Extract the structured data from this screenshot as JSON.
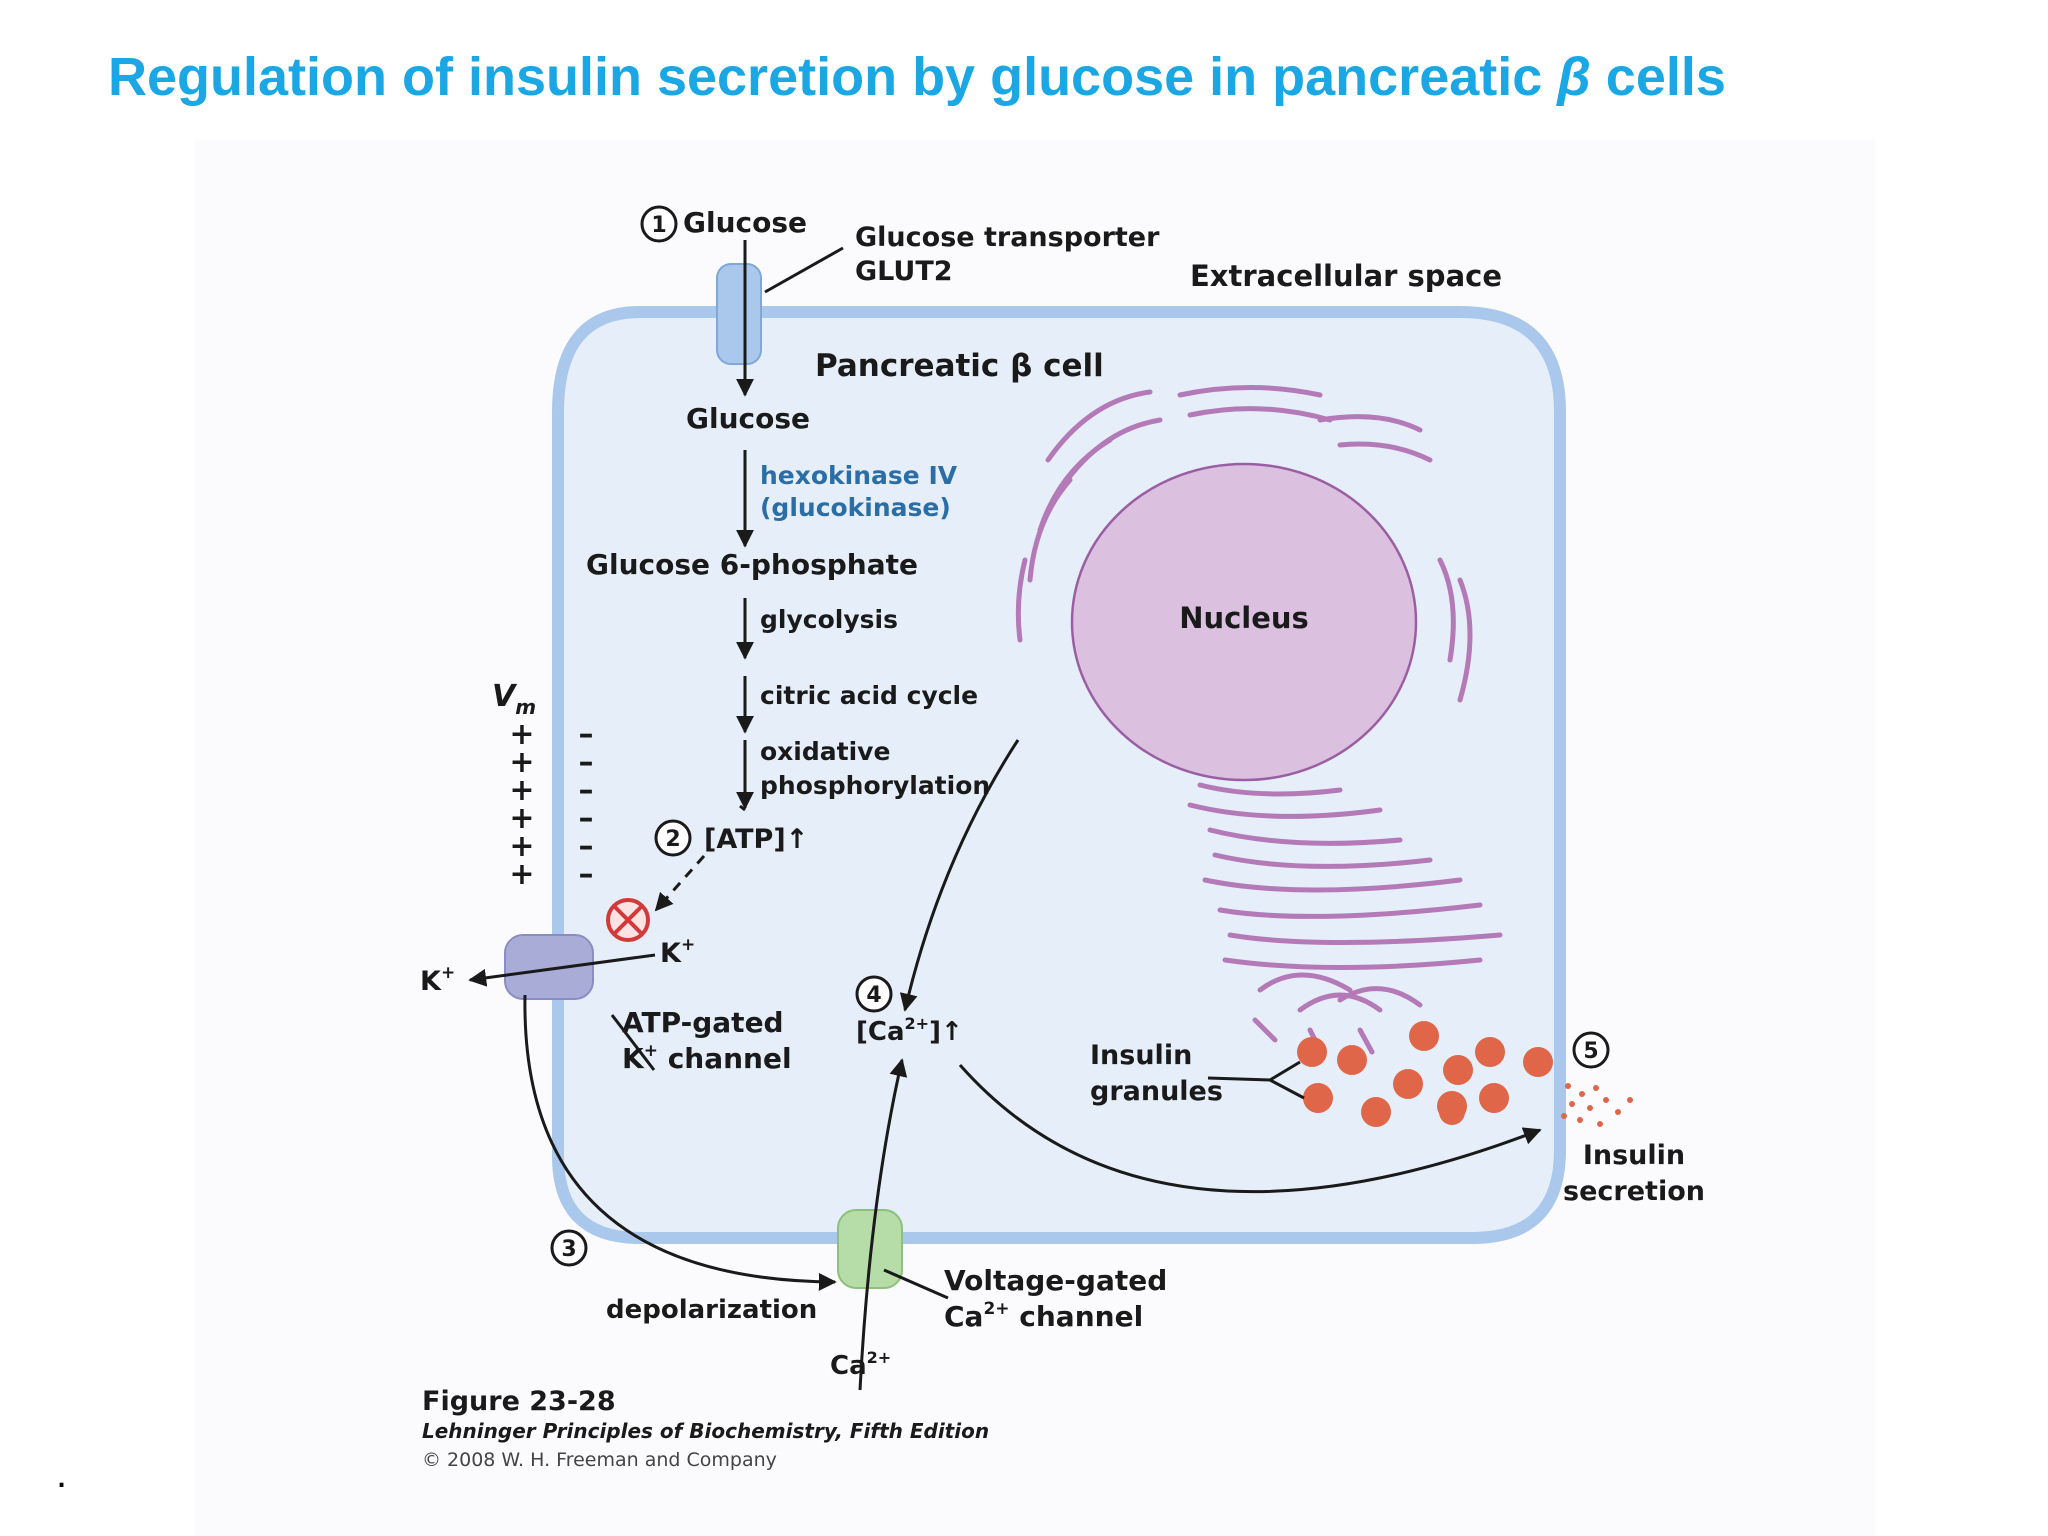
{
  "slide": {
    "title_main": "Regulation of insulin secretion by glucose in pancreatic ",
    "title_beta": "β",
    "title_end": " cells",
    "bullet": "."
  },
  "diagram": {
    "step1": "1",
    "glucose_top": "Glucose",
    "transporter_line1": "Glucose transporter",
    "transporter_line2": "GLUT2",
    "extracellular": "Extracellular space",
    "cell_label": "Pancreatic β cell",
    "glucose_inside": "Glucose",
    "enzyme_line1": "hexokinase IV",
    "enzyme_line2": "(glucokinase)",
    "g6p": "Glucose 6-phosphate",
    "glycolysis": "glycolysis",
    "citric": "citric acid cycle",
    "oxphos_line1": "oxidative",
    "oxphos_line2": "phosphorylation",
    "step2": "2",
    "atp": "[ATP]↑",
    "nucleus": "Nucleus",
    "vm": "V",
    "vm_sub": "m",
    "plus": "+",
    "minus": "–",
    "k_in": "K",
    "k_out": "K",
    "k_sup": "+",
    "katp_line1": "ATP-gated",
    "katp_line2a": "K",
    "katp_line2b": " channel",
    "step4": "4",
    "ca_inside": "[Ca",
    "ca_sup": "2+",
    "ca_end": "]↑",
    "granules_line1": "Insulin",
    "granules_line2": "granules",
    "step5": "5",
    "secretion_line1": "Insulin",
    "secretion_line2": "secretion",
    "step3": "3",
    "depolarization": "depolarization",
    "vgcc_line1": "Voltage-gated",
    "vgcc_line2a": "Ca",
    "vgcc_line2b": " channel",
    "ca_out": "Ca",
    "fig_number": "Figure 23-28",
    "fig_book": "Lehninger Principles of Biochemistry, Fifth Edition",
    "fig_copyright": "© 2008 W. H. Freeman and Company"
  },
  "colors": {
    "title": "#1aa7e3",
    "cell_fill": "#e6eef9",
    "membrane": "#a9c8ec",
    "nucleus": "#dcc0e0",
    "er": "#b47ab8",
    "granule": "#e0664a",
    "glut2": "#a9c8ec",
    "katp": "#a9acd6",
    "vgcc": "#b6dca8",
    "blocker": "#d23a3a"
  }
}
